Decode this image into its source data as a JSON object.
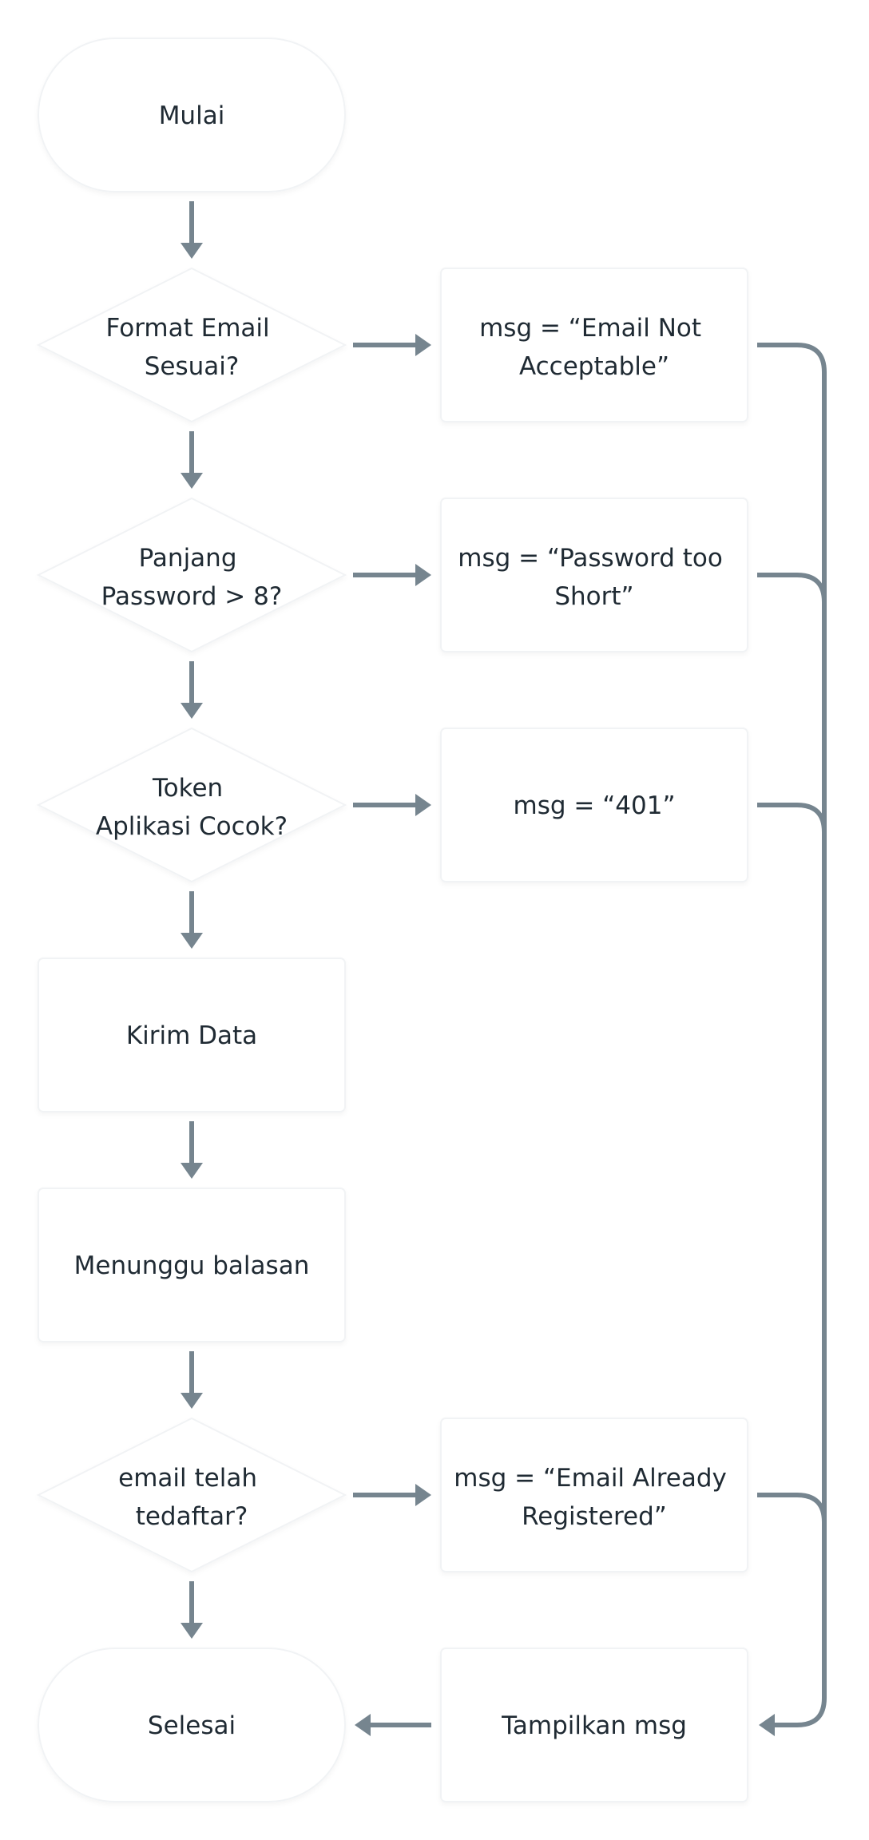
{
  "nodes": {
    "start": "Mulai",
    "email_check": [
      "Format Email",
      "Sesuai?"
    ],
    "email_msg": [
      "msg = “Email Not",
      "Acceptable”"
    ],
    "password_check": [
      "Panjang",
      "Password > 8?"
    ],
    "password_msg": [
      "msg = “Password too",
      "Short”"
    ],
    "token_check": [
      "Token",
      "Aplikasi Cocok?"
    ],
    "token_msg": [
      "msg = “401”"
    ],
    "send_data": "Kirim Data",
    "wait_reply": "Menunggu balasan",
    "registered_check": [
      "email telah",
      "tedaftar?"
    ],
    "registered_msg": [
      "msg = “Email Already",
      "Registered”"
    ],
    "show_msg": "Tampilkan msg",
    "end": "Selesai"
  },
  "colors": {
    "edge": "#76858f",
    "text": "#1f2a33",
    "shape_fill": "#ffffff",
    "shape_border": "#f1f3f5"
  }
}
